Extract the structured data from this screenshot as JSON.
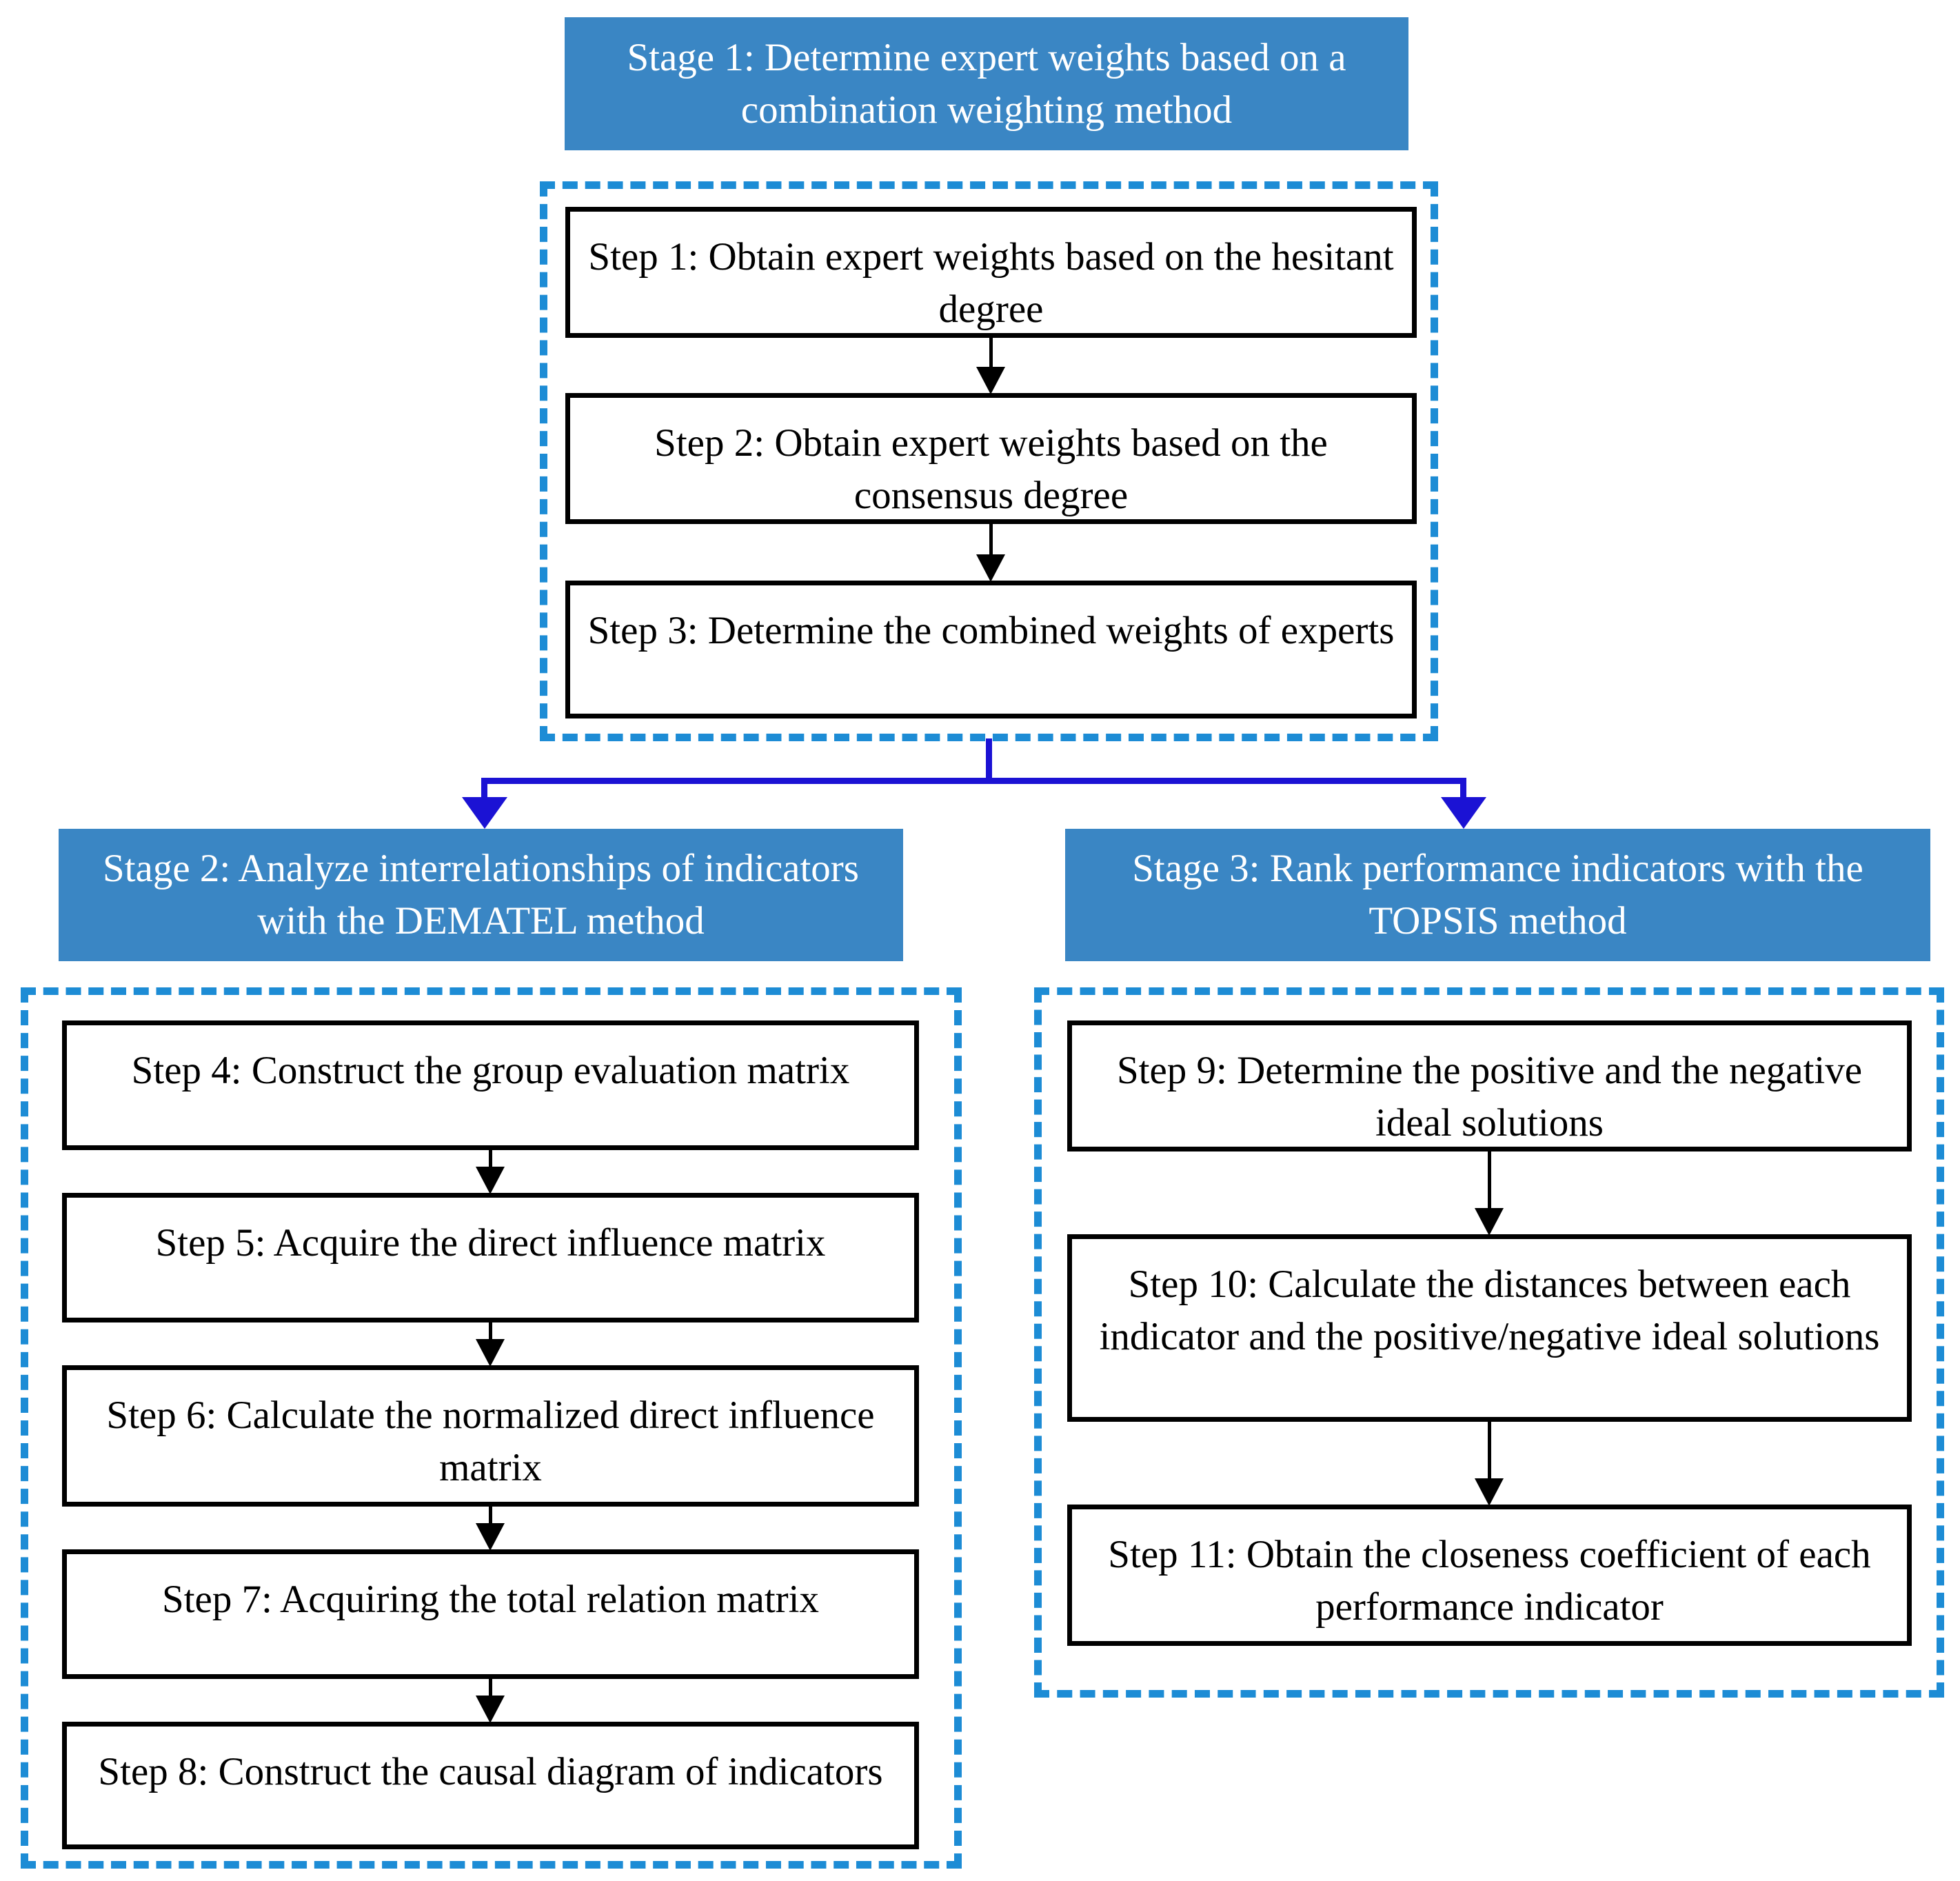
{
  "colors": {
    "header_bg": "#3a86c4",
    "dash": "#1d8cd5",
    "connector": "#1b12d4",
    "box_border": "#000000",
    "text": "#000000",
    "header_text": "#ffffff",
    "background": "#ffffff"
  },
  "chart_type": "flowchart",
  "stage1": {
    "title": "Stage 1: Determine expert weights based on a combination weighting method",
    "steps": [
      {
        "text": "Step 1: Obtain expert weights based on the hesitant degree"
      },
      {
        "text": "Step 2: Obtain expert weights based on the consensus degree"
      },
      {
        "text": "Step 3: Determine the combined weights of experts"
      }
    ]
  },
  "stage2": {
    "title": "Stage 2: Analyze interrelationships of indicators with the DEMATEL method",
    "steps": [
      {
        "text": "Step 4: Construct the group evaluation matrix"
      },
      {
        "text": "Step 5: Acquire the direct influence matrix"
      },
      {
        "text": "Step 6: Calculate the normalized direct influence matrix"
      },
      {
        "text": "Step 7: Acquiring the total relation matrix"
      },
      {
        "text": "Step 8: Construct the causal diagram of indicators"
      }
    ]
  },
  "stage3": {
    "title": "Stage 3: Rank performance indicators with the TOPSIS method",
    "steps": [
      {
        "text": "Step 9: Determine the positive and the negative ideal solutions"
      },
      {
        "text": "Step 10: Calculate the distances between each indicator and the positive/negative ideal solutions"
      },
      {
        "text": "Step 11: Obtain the closeness coefficient of each performance indicator"
      }
    ]
  }
}
